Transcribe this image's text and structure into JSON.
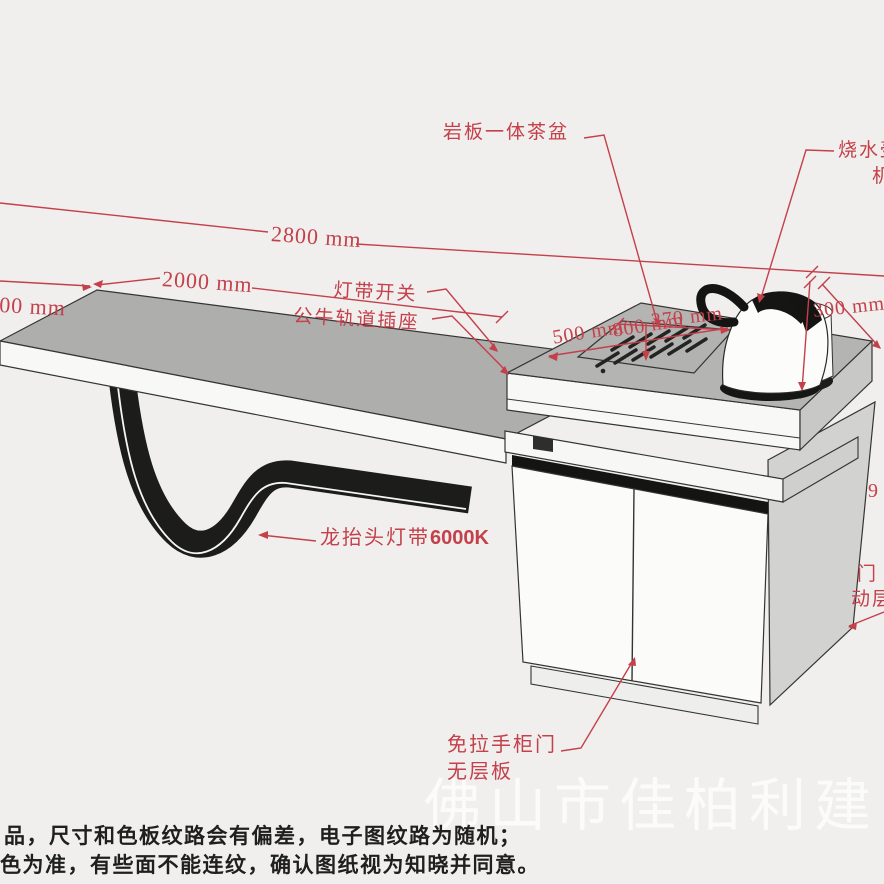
{
  "annotations": {
    "tea_basin_label": "岩板一体茶盆",
    "kettle_label_line1": "烧水壶",
    "kettle_label_line2": "机",
    "light_switch_label": "灯带开关",
    "socket_label": "公牛轨道插座",
    "leg_light_label": "龙抬头灯带",
    "leg_light_value": "6000K",
    "door_label": "免拉手柜门",
    "shelf_label": "无层板",
    "right_edge_label_line1": "门",
    "right_edge_label_line2": "动层",
    "right_edge_number": "9"
  },
  "dimensions": {
    "overall_length": "2800 mm",
    "desk_length": "2000 mm",
    "desk_depth_cut": "00 mm",
    "tray_width": "500 mm",
    "tray_length": "800 mm",
    "tray_offset": "270 mm",
    "kettle_area_depth": "300 mm"
  },
  "watermark": "佛山市佳柏利建",
  "disclaimer": {
    "line1": "品，尺寸和色板纹路会有偏差，电子图纹路为随机；",
    "line2": "色为准，有些面不能连纹，确认图纸视为知晓并同意。"
  },
  "colors": {
    "annotation": "#c4404a",
    "ink": "#343432",
    "background": "#f0efee",
    "desk_top": "#aeaeac",
    "panel_white": "#f8f8f6",
    "leg_black": "#1c1c1a"
  }
}
